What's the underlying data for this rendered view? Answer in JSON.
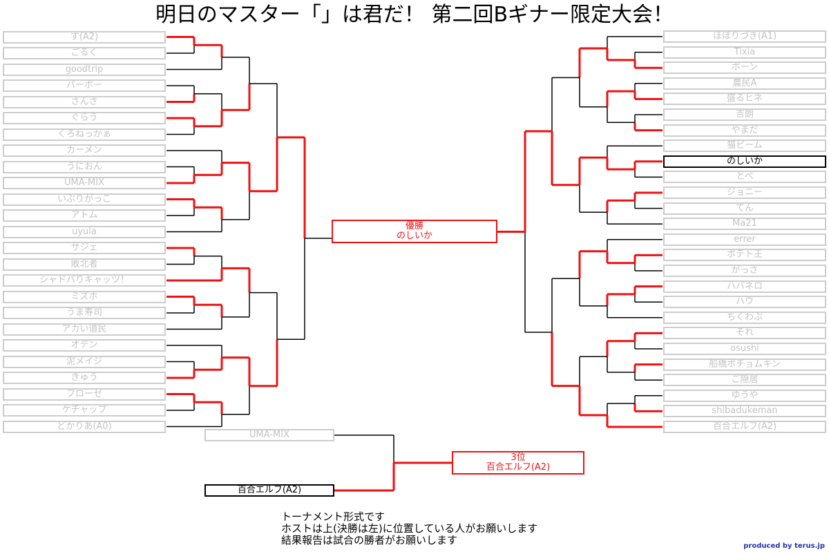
{
  "title": "明日のマスター「」は君だ！ 第二回Bギナー限定大会！",
  "left_players": [
    "す(A2)",
    "ごるく",
    "goodtrip",
    "パーポー",
    "さんさ",
    "ぐらう",
    "くろねっかぁ",
    "カーメン",
    "うにおん",
    "UMA-MIX",
    "いぶりがっこ",
    "アトム",
    "uyula",
    "サジェ",
    "敗北者",
    "シャドバりキャッツ！",
    "ミズホ",
    "うま寿司",
    "アカい道民",
    "オデン",
    "泥メイジ",
    "きゅう",
    "フローゼ",
    "ケチャップ",
    "どかりあ(A0)"
  ],
  "right_players": [
    "ほほりづき(A1)",
    "Tixia",
    "ボーン",
    "農民A",
    "盛るヒネ",
    "吉朗",
    "やまだ",
    "猫ビーム",
    "のしいか",
    "とべ",
    "ジョニー",
    "てん",
    "Ma21",
    "errer",
    "ポテト王",
    "がっさ",
    "ハバネロ",
    "ハウ",
    "ちくわぶ",
    "それ",
    "osushi",
    "船橋ポチョムキン",
    "ご隠居",
    "ゆうや",
    "shibadukeman",
    "百合エルフ(A2)"
  ],
  "right_highlight": "のしいか",
  "winner": {
    "label": "優勝",
    "name": "のしいか"
  },
  "third_place": {
    "label": "3位",
    "name": "百合エルフ(A2)",
    "match": [
      "UMA-MIX",
      "百合エルフ(A2)"
    ]
  },
  "notes": [
    "トーナメント形式です",
    "ホストは上(決勝は左)に位置している人がお願いします",
    "結果報告は試合の勝者がお願いします"
  ],
  "credit": "produced by terus.jp",
  "colors": {
    "win_line": "#ee1111",
    "line": "#000000",
    "name_border": "#cccccc",
    "name_text": "#c3c3c3"
  }
}
